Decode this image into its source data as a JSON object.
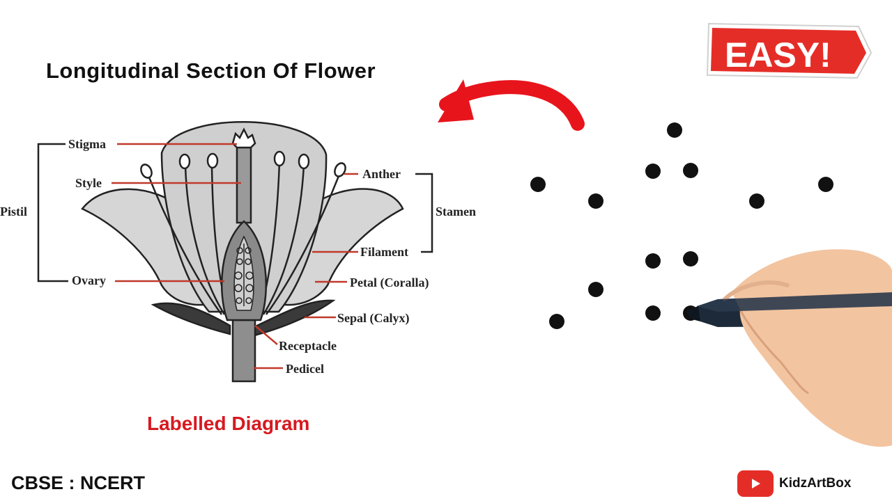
{
  "title": "Longitudinal Section Of Flower",
  "subtitle": "Labelled Diagram",
  "footer_left": "CBSE : NCERT",
  "brand": {
    "name": "KidzArtBox",
    "icon": "play-icon"
  },
  "badge": {
    "text": "EASY!",
    "color": "#e52d27"
  },
  "arrow": {
    "color": "#e8141c",
    "icon": "curved-arrow-icon"
  },
  "colors": {
    "label_line": "#c0392b",
    "petal_fill": "#cfcfcf",
    "ovary_fill": "#8a8a8a",
    "sepal_fill": "#3a3a3a"
  },
  "diagram": {
    "labels": {
      "stigma": "Stigma",
      "style": "Style",
      "pistil": "Pistil",
      "ovary": "Ovary",
      "anther": "Anther",
      "stamen": "Stamen",
      "filament": "Filament",
      "petal": "Petal (Coralla)",
      "sepal": "Sepal (Calyx)",
      "receptacle": "Receptacle",
      "pedicel": "Pedicel"
    }
  },
  "dot_puzzle": {
    "dot_count": 13
  },
  "hand": {
    "icon": "hand-with-marker-icon"
  }
}
